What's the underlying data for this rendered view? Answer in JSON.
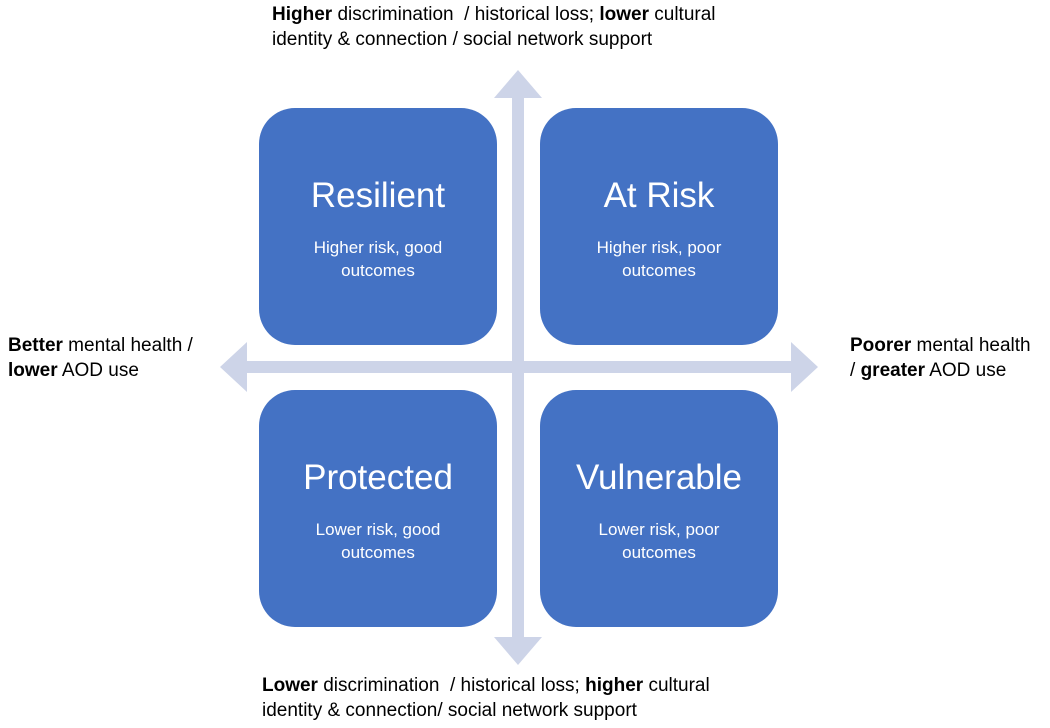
{
  "colors": {
    "box": "#4472c4",
    "box_text": "#ffffff",
    "arrow": "#cdd4e8"
  },
  "axes": {
    "top": {
      "lines": [
        [
          {
            "text": "Higher",
            "bold": true
          },
          {
            "text": " discrimination  / historical loss; ",
            "bold": false
          },
          {
            "text": "lower",
            "bold": true
          },
          {
            "text": " cultural",
            "bold": false
          }
        ],
        [
          {
            "text": "identity & connection / social network support",
            "bold": false
          }
        ]
      ]
    },
    "bottom": {
      "lines": [
        [
          {
            "text": "Lower",
            "bold": true
          },
          {
            "text": " discrimination  / historical loss; ",
            "bold": false
          },
          {
            "text": "higher",
            "bold": true
          },
          {
            "text": " cultural",
            "bold": false
          }
        ],
        [
          {
            "text": "identity & connection/ social network support",
            "bold": false
          }
        ]
      ]
    },
    "left": {
      "lines": [
        [
          {
            "text": "Better",
            "bold": true
          },
          {
            "text": " mental health /",
            "bold": false
          }
        ],
        [
          {
            "text": "lower",
            "bold": true
          },
          {
            "text": " AOD use",
            "bold": false
          }
        ]
      ]
    },
    "right": {
      "lines": [
        [
          {
            "text": "Poorer",
            "bold": true
          },
          {
            "text": " mental health",
            "bold": false
          }
        ],
        [
          {
            "text": "/ ",
            "bold": false
          },
          {
            "text": "greater",
            "bold": true
          },
          {
            "text": " AOD use",
            "bold": false
          }
        ]
      ]
    }
  },
  "quadrants": {
    "resilient": {
      "title": "Resilient",
      "desc": "Higher risk, good outcomes"
    },
    "at_risk": {
      "title": "At Risk",
      "desc": "Higher risk, poor outcomes"
    },
    "protected": {
      "title": "Protected",
      "desc": "Lower risk, good outcomes"
    },
    "vulnerable": {
      "title": "Vulnerable",
      "desc": "Lower risk, poor outcomes"
    }
  }
}
